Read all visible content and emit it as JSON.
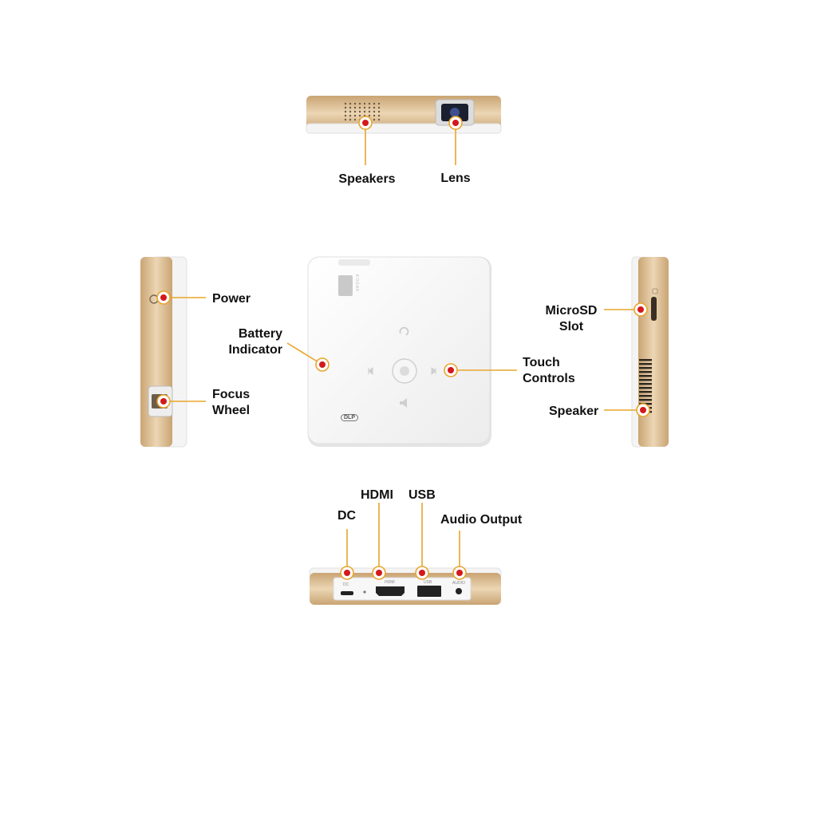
{
  "colors": {
    "gold": "#d9b98d",
    "gold_dark": "#b99365",
    "white_body": "#f3f3f3",
    "leader": "#e8a52c",
    "dot": "#d3191c"
  },
  "views": {
    "top": {
      "callouts": [
        {
          "id": "speakers",
          "label": "Speakers"
        },
        {
          "id": "lens",
          "label": "Lens"
        }
      ]
    },
    "left": {
      "callouts": [
        {
          "id": "power",
          "label": "Power"
        },
        {
          "id": "focus",
          "label": "Focus\nWheel"
        }
      ]
    },
    "front": {
      "brand": "KODAK",
      "dlp": "DLP",
      "icons": [
        "back-icon",
        "previous-icon",
        "play-icon",
        "next-icon",
        "volume-icon"
      ],
      "callouts": [
        {
          "id": "battery",
          "label": "Battery\nIndicator"
        },
        {
          "id": "touch",
          "label": "Touch\nControls"
        }
      ]
    },
    "right": {
      "callouts": [
        {
          "id": "microsd",
          "label": "MicroSD\nSlot"
        },
        {
          "id": "speaker",
          "label": "Speaker"
        }
      ]
    },
    "bottom": {
      "port_texts": [
        "DC",
        "HDMI",
        "USB",
        "AUDIO"
      ],
      "callouts": [
        {
          "id": "dc",
          "label": "DC"
        },
        {
          "id": "hdmi",
          "label": "HDMI"
        },
        {
          "id": "usb",
          "label": "USB"
        },
        {
          "id": "audio",
          "label": "Audio Output"
        }
      ]
    }
  }
}
